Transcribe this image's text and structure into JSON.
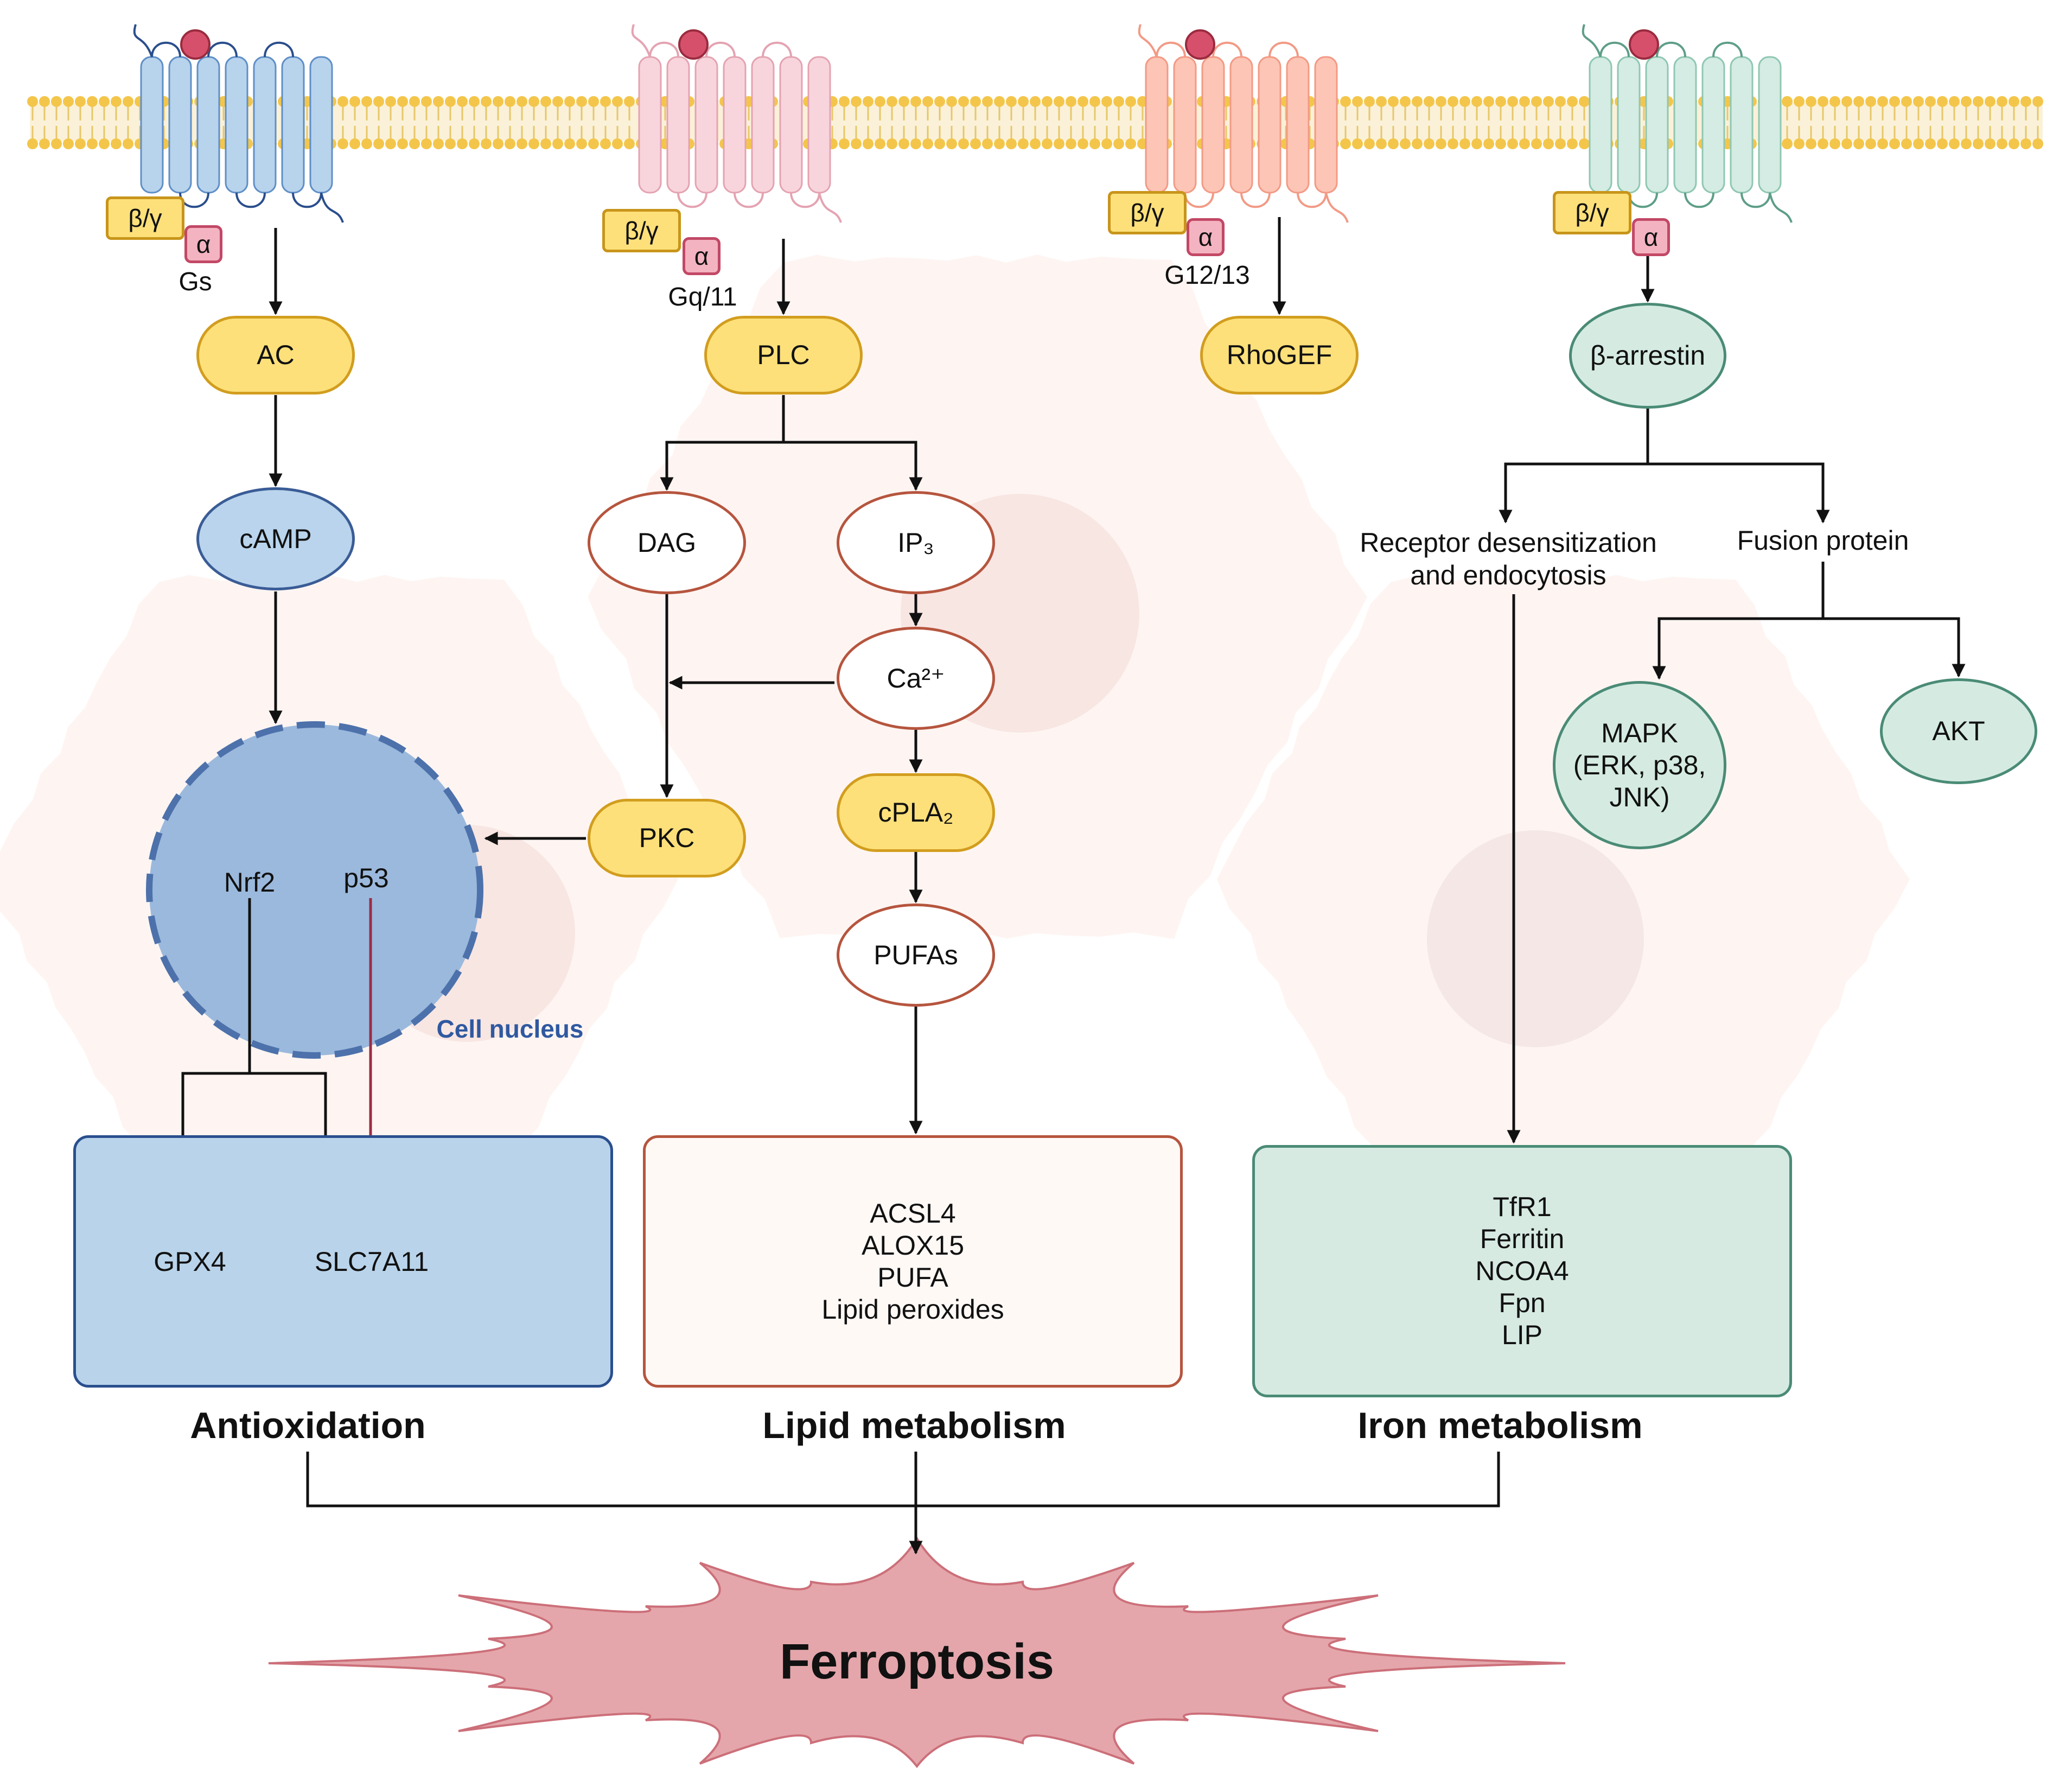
{
  "receptors": [
    {
      "color": "#b8d3ec",
      "stroke": "#5f8fc7",
      "loop": "#2a4e8c"
    },
    {
      "color": "#f8d5dc",
      "stroke": "#e4a3b2",
      "loop": "#e4a3b2"
    },
    {
      "color": "#fdc5b5",
      "stroke": "#f29a85",
      "loop": "#f29a85"
    },
    {
      "color": "#d4ece3",
      "stroke": "#8fc7b2",
      "loop": "#5e9e87"
    }
  ],
  "g_proteins": [
    {
      "beta_gamma": "β/γ",
      "alpha": "α",
      "name": "Gs"
    },
    {
      "beta_gamma": "β/γ",
      "alpha": "α",
      "name": "Gq/11"
    },
    {
      "beta_gamma": "β/γ",
      "alpha": "α",
      "name": "G12/13"
    },
    {
      "beta_gamma": "β/γ",
      "alpha": "α",
      "name": ""
    }
  ],
  "nodes": {
    "ac": "AC",
    "plc": "PLC",
    "rhogef": "RhoGEF",
    "beta_arrestin": "β-arrestin",
    "camp": "cAMP",
    "dag": "DAG",
    "ip3": "IP₃",
    "ca": "Ca²⁺",
    "pkc": "PKC",
    "cpla2": "cPLA₂",
    "pufas": "PUFAs",
    "mapk_lines": [
      "MAPK",
      "(ERK, p38,",
      "JNK)"
    ],
    "akt": "AKT"
  },
  "labels": {
    "receptor_desens_lines": [
      "Receptor desensitization",
      "and endocytosis"
    ],
    "fusion_protein": "Fusion protein",
    "nrf2": "Nrf2",
    "p53": "p53",
    "cell_nucleus": "Cell nucleus",
    "gpx4": "GPX4",
    "slc7a11": "SLC7A11"
  },
  "boxes": {
    "antioxidation": {
      "title": "Antioxidation",
      "fill": "#b9d4ea",
      "border": "#2a4f8e"
    },
    "lipid": {
      "title": "Lipid metabolism",
      "items": [
        "ACSL4",
        "ALOX15",
        "PUFA",
        "Lipid peroxides"
      ],
      "fill": "#fff9f6",
      "border": "#b6553e"
    },
    "iron": {
      "title": "Iron metabolism",
      "items": [
        "TfR1",
        "Ferritin",
        "NCOA4",
        "Fpn",
        "LIP"
      ],
      "fill": "#d6eae2",
      "border": "#4a8b76"
    }
  },
  "ferroptosis": {
    "label": "Ferroptosis",
    "fill": "#e4a6ab",
    "border": "#cc6f79"
  },
  "colors": {
    "membrane_head": "#f3c64b",
    "membrane_tail": "#e7c76a",
    "ligand": "#d6506c",
    "arrow": "#111111",
    "inhibit": "#9e2b45",
    "nucleus_fill": "#9bb9dc",
    "nucleus_border": "#4d71ab",
    "cell_bg": "#fdf1ee"
  }
}
